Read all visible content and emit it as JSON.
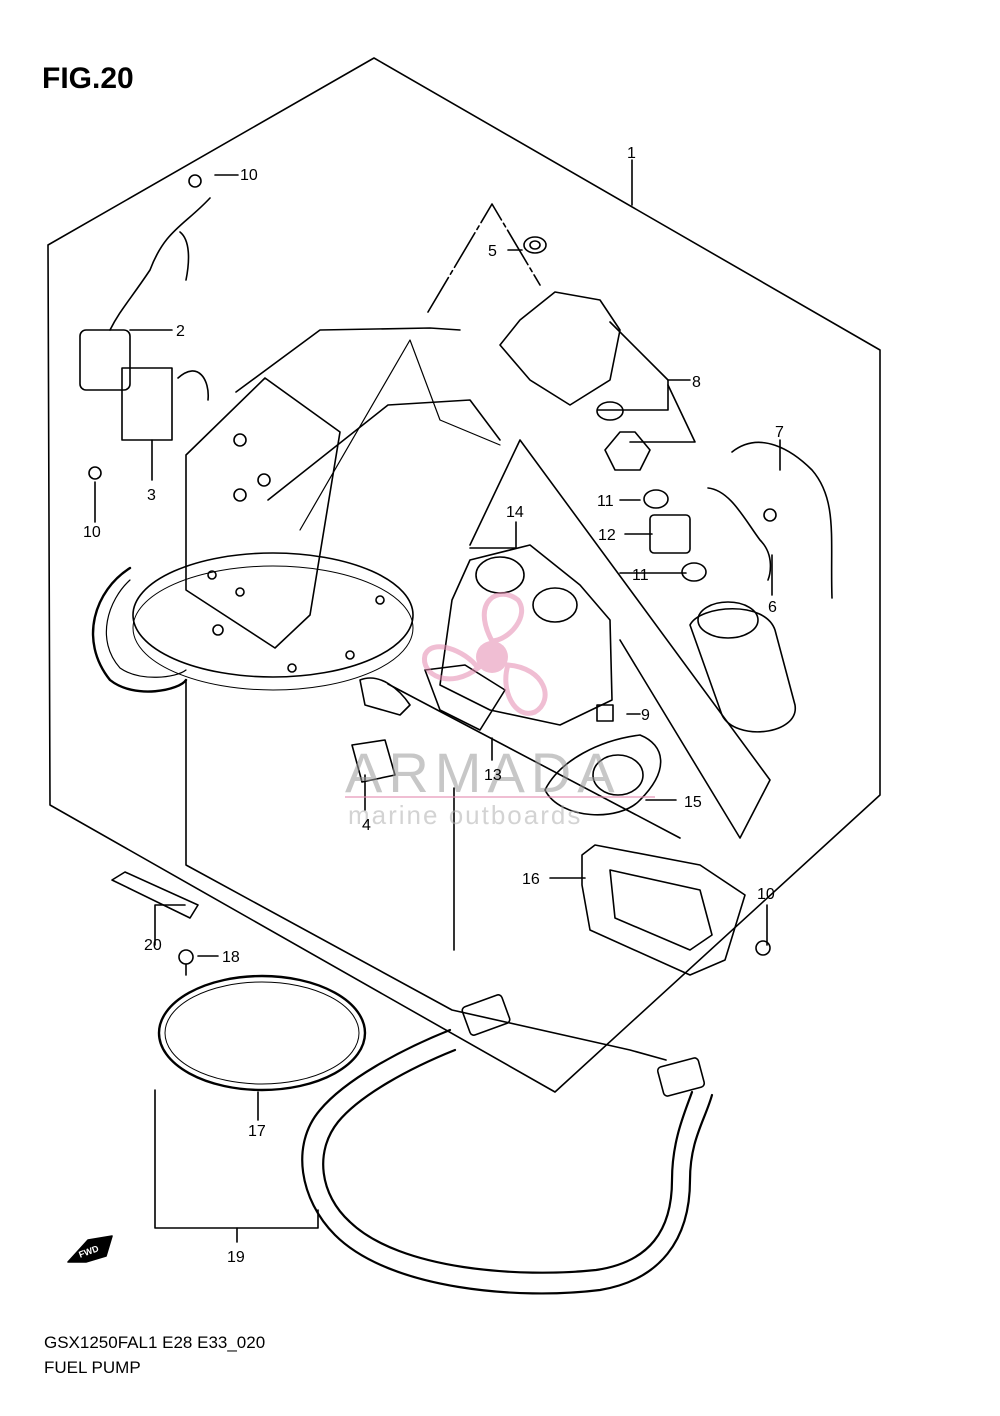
{
  "figure_label": "FIG.20",
  "model_code": "GSX1250FAL1 E28 E33_020",
  "assembly_name": "FUEL PUMP",
  "watermark": {
    "brand": "ARMADA",
    "tagline": "marine outboards",
    "color": "#e48ab0"
  },
  "direction_marker": "FWD",
  "callouts": {
    "c1": "1",
    "c2": "2",
    "c3": "3",
    "c4": "4",
    "c5": "5",
    "c6": "6",
    "c7": "7",
    "c8": "8",
    "c9": "9",
    "c10a": "10",
    "c10b": "10",
    "c10c": "10",
    "c11a": "11",
    "c11b": "11",
    "c12": "12",
    "c13": "13",
    "c14": "14",
    "c15": "15",
    "c16": "16",
    "c17": "17",
    "c18": "18",
    "c19": "19",
    "c20": "20"
  }
}
